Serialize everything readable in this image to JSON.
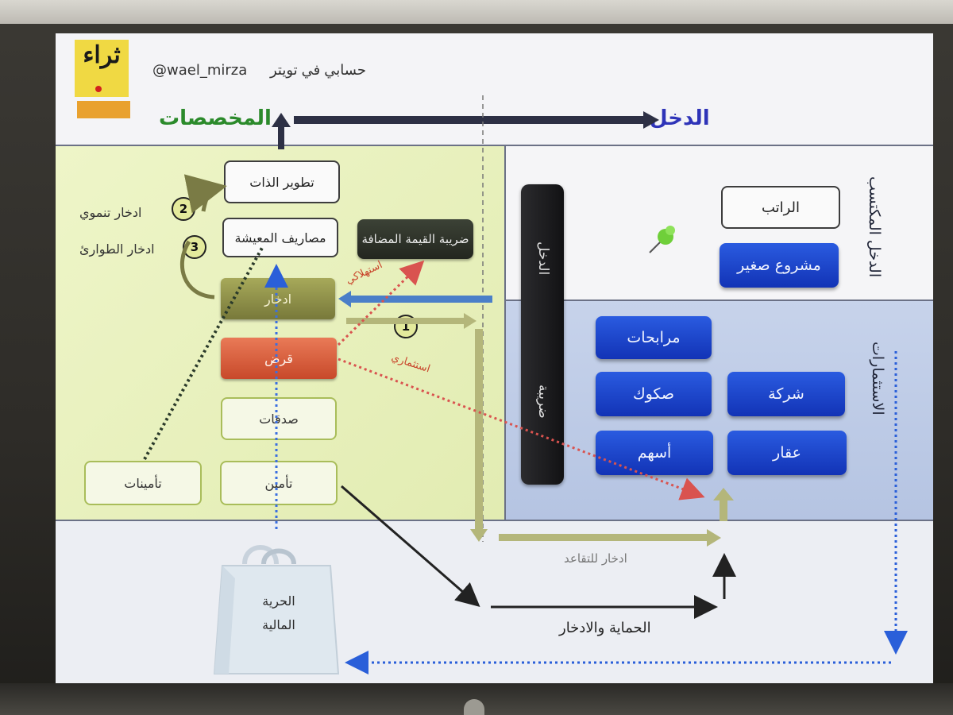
{
  "header": {
    "logo_text": "ثراء",
    "twitter_handle": "@wael_mirza",
    "twitter_label": "حسابي في تويتر",
    "title_allocations": "المخصصات",
    "title_income": "الدخل"
  },
  "left_panel": {
    "self_development": "تطوير الذات",
    "living_expenses": "مصاريف المعيشة",
    "savings": "ادخار",
    "loan": "قرض",
    "charity": "صدقات",
    "insurance": "تأمين",
    "insurances": "تأمينات",
    "vat": "ضريبة القيمة المضافة",
    "growth_savings": "ادخار تنموي",
    "emergency_savings": "ادخار الطوارئ",
    "num_1": "1",
    "num_2": "2",
    "num_3": "3",
    "consumer_label": "استهلاكي",
    "investment_label": "استثماري"
  },
  "right_panel": {
    "earned_income_label": "الدخل المكتسب",
    "investments_label": "الاستثمارات",
    "income_bar": "الدخل",
    "tax_bar": "ضريبة",
    "salary": "الراتب",
    "small_project": "مشروع صغير",
    "murabaha": "مرابحات",
    "sukuk": "صكوك",
    "company": "شركة",
    "stocks": "أسهم",
    "real_estate": "عقار"
  },
  "bottom": {
    "retirement_savings": "ادخار للتقاعد",
    "protection_savings": "الحماية والادخار",
    "financial_freedom_1": "الحرية",
    "financial_freedom_2": "المالية"
  },
  "colors": {
    "allocations_title": "#2b8a2b",
    "income_title": "#2e33b8",
    "blue_box": "#1a3fd0",
    "olive_box": "#8a8c44",
    "red_box": "#d95a35"
  }
}
